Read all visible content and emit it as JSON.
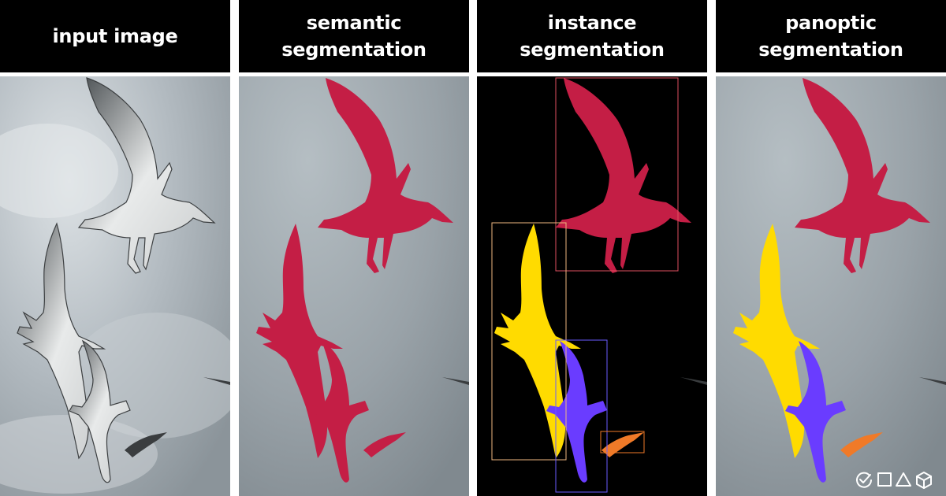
{
  "panels": [
    {
      "id": "input",
      "title_lines": [
        "input image"
      ]
    },
    {
      "id": "semantic",
      "title_lines": [
        "semantic",
        "segmentation"
      ]
    },
    {
      "id": "instance",
      "title_lines": [
        "instance",
        "segmentation"
      ]
    },
    {
      "id": "panoptic",
      "title_lines": [
        "panoptic",
        "segmentation"
      ]
    }
  ],
  "colors": {
    "header_bg": "#000000",
    "title_text": "#ffffff",
    "semantic_bird": "#c41e45",
    "instance_bird_1": "#c41e45",
    "instance_bird_2": "#ffdb00",
    "instance_bird_3": "#6a3cff",
    "instance_bird_4": "#f07a28",
    "instance_box_1": "#e05060",
    "instance_box_2": "#f0b880",
    "instance_box_3": "#6a5cff",
    "instance_box_4": "#f07a28",
    "sky_light": "#b9c2c8",
    "sky_dark": "#7f8990"
  },
  "logo": {
    "icons": [
      "check-circle-icon",
      "square-icon",
      "triangle-icon",
      "cube-icon"
    ]
  }
}
